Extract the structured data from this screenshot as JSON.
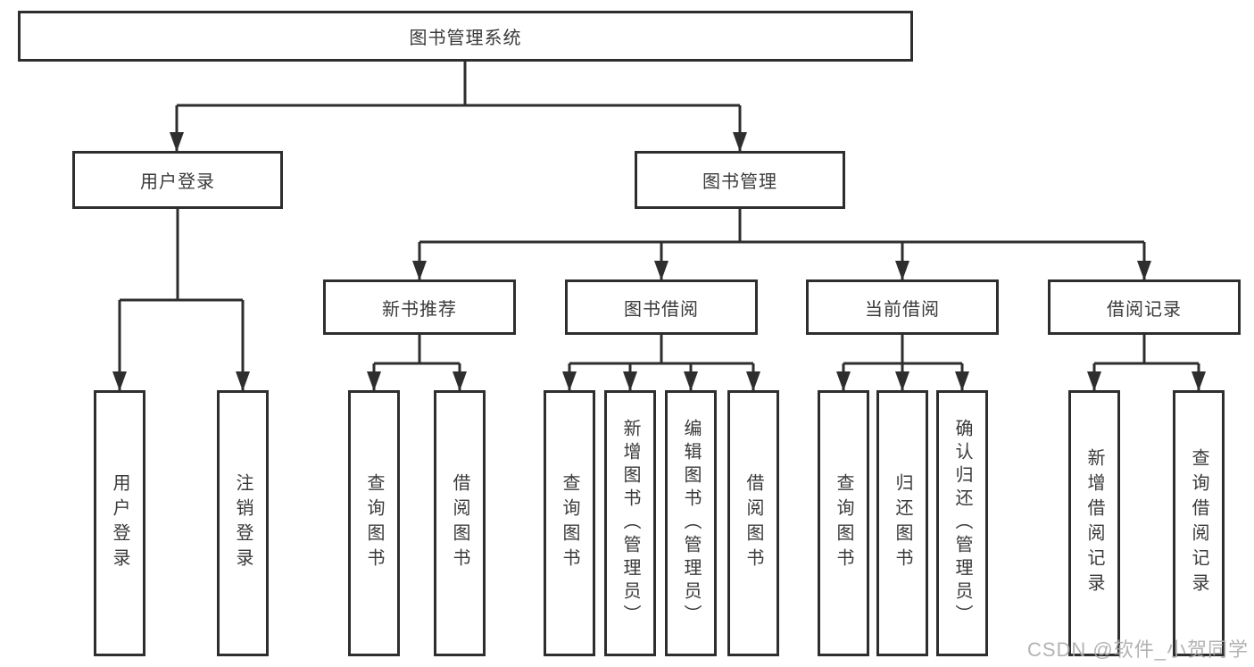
{
  "diagram": {
    "title": "图书管理系统",
    "tree": {
      "label": "图书管理系统",
      "children": [
        {
          "label": "用户登录",
          "children": [
            {
              "label": "用户登录"
            },
            {
              "label": "注销登录"
            }
          ]
        },
        {
          "label": "图书管理",
          "children": [
            {
              "label": "新书推荐",
              "children": [
                {
                  "label": "查询图书"
                },
                {
                  "label": "借阅图书"
                }
              ]
            },
            {
              "label": "图书借阅",
              "children": [
                {
                  "label": "查询图书"
                },
                {
                  "label": "新增图书（管理员）"
                },
                {
                  "label": "编辑图书（管理员）"
                },
                {
                  "label": "借阅图书"
                }
              ]
            },
            {
              "label": "当前借阅",
              "children": [
                {
                  "label": "查询图书"
                },
                {
                  "label": "归还图书"
                },
                {
                  "label": "确认归还（管理员）"
                }
              ]
            },
            {
              "label": "借阅记录",
              "children": [
                {
                  "label": "新增借阅记录"
                },
                {
                  "label": "查询借阅记录"
                }
              ]
            }
          ]
        }
      ]
    }
  },
  "watermark": {
    "text": "CSDN @软件_小贺同学"
  },
  "colors": {
    "line": "#2e2e2e",
    "text": "#3a3a3a",
    "watermark": "#ababab",
    "background": "#ffffff"
  }
}
